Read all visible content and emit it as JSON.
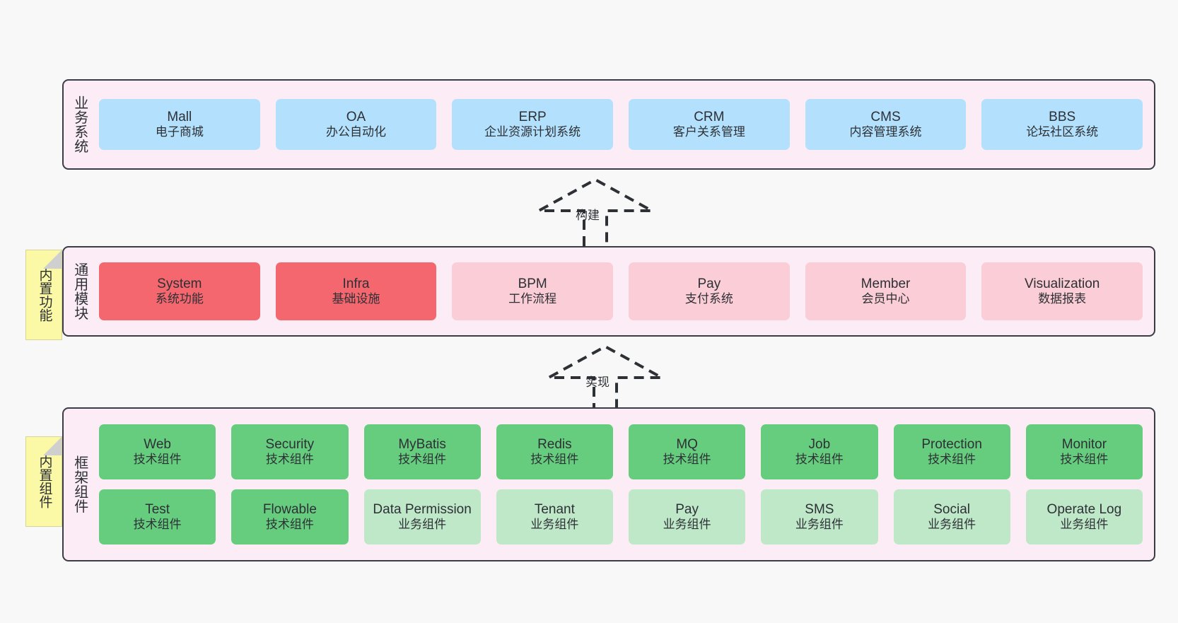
{
  "diagram": {
    "layers": [
      {
        "id": "business",
        "title": "业务系统",
        "rows": [
          {
            "cards": [
              {
                "name": "Mall",
                "desc": "电子商城",
                "style": "blue"
              },
              {
                "name": "OA",
                "desc": "办公自动化",
                "style": "blue"
              },
              {
                "name": "ERP",
                "desc": "企业资源计划系统",
                "style": "blue"
              },
              {
                "name": "CRM",
                "desc": "客户关系管理",
                "style": "blue"
              },
              {
                "name": "CMS",
                "desc": "内容管理系统",
                "style": "blue"
              },
              {
                "name": "BBS",
                "desc": "论坛社区系统",
                "style": "blue"
              }
            ]
          }
        ]
      },
      {
        "id": "modules",
        "title": "通用模块",
        "note": "内置功能",
        "rows": [
          {
            "cards": [
              {
                "name": "System",
                "desc": "系统功能",
                "style": "red"
              },
              {
                "name": "Infra",
                "desc": "基础设施",
                "style": "red"
              },
              {
                "name": "BPM",
                "desc": "工作流程",
                "style": "pink"
              },
              {
                "name": "Pay",
                "desc": "支付系统",
                "style": "pink"
              },
              {
                "name": "Member",
                "desc": "会员中心",
                "style": "pink"
              },
              {
                "name": "Visualization",
                "desc": "数据报表",
                "style": "pink"
              }
            ]
          }
        ]
      },
      {
        "id": "framework",
        "title": "框架组件",
        "note": "内置组件",
        "rows": [
          {
            "cards": [
              {
                "name": "Web",
                "desc": "技术组件",
                "style": "green"
              },
              {
                "name": "Security",
                "desc": "技术组件",
                "style": "green"
              },
              {
                "name": "MyBatis",
                "desc": "技术组件",
                "style": "green"
              },
              {
                "name": "Redis",
                "desc": "技术组件",
                "style": "green"
              },
              {
                "name": "MQ",
                "desc": "技术组件",
                "style": "green"
              },
              {
                "name": "Job",
                "desc": "技术组件",
                "style": "green"
              },
              {
                "name": "Protection",
                "desc": "技术组件",
                "style": "green"
              },
              {
                "name": "Monitor",
                "desc": "技术组件",
                "style": "green"
              }
            ]
          },
          {
            "cards": [
              {
                "name": "Test",
                "desc": "技术组件",
                "style": "green"
              },
              {
                "name": "Flowable",
                "desc": "技术组件",
                "style": "green"
              },
              {
                "name": "Data Permission",
                "desc": "业务组件",
                "style": "green-light"
              },
              {
                "name": "Tenant",
                "desc": "业务组件",
                "style": "green-light"
              },
              {
                "name": "Pay",
                "desc": "业务组件",
                "style": "green-light"
              },
              {
                "name": "SMS",
                "desc": "业务组件",
                "style": "green-light"
              },
              {
                "name": "Social",
                "desc": "业务组件",
                "style": "green-light"
              },
              {
                "name": "Operate Log",
                "desc": "业务组件",
                "style": "green-light"
              }
            ]
          }
        ]
      }
    ],
    "arrows": [
      {
        "id": "build",
        "label": "构建"
      },
      {
        "id": "impl",
        "label": "实现"
      }
    ],
    "colors": {
      "layer_background": "#fbecf6",
      "layer_border": "#3c3c46",
      "blue": "#b3e0fc",
      "red": "#f4676e",
      "pink": "#fbcdd6",
      "green": "#66cd7f",
      "green_light": "#bfe8c9",
      "note": "#fbf8a6",
      "page_background": "#f8f8f8"
    }
  }
}
